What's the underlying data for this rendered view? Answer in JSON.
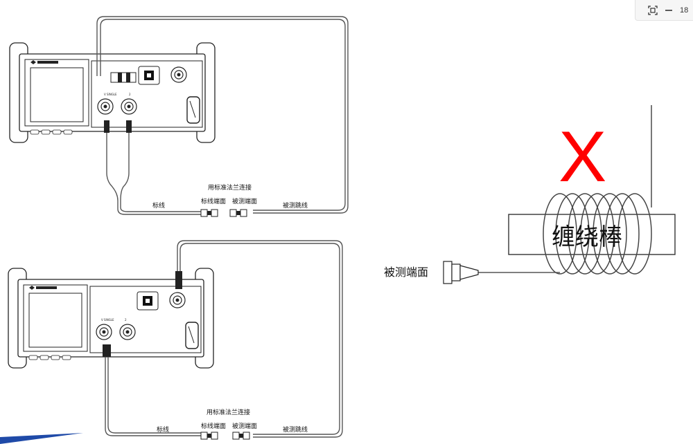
{
  "toolbar": {
    "zoom_value": "18",
    "icons": [
      "fit-screen-icon",
      "zoom-out-icon"
    ]
  },
  "top_setup": {
    "flange_label": "用标准法兰连接",
    "ref_cable": "标线",
    "ref_face": "标线端面",
    "dut_face": "被测端面",
    "dut_cable": "被测跳线",
    "port_v_single": "V SINGLE",
    "port_2": "2"
  },
  "bottom_setup": {
    "flange_label": "用标准法兰连接",
    "ref_cable": "标线",
    "ref_face": "标线端面",
    "dut_face": "被测端面",
    "dut_cable": "被测跳线",
    "port_v_single": "V SINGLE",
    "port_2": "2"
  },
  "right_panel": {
    "mark": "X",
    "rod_label": "缠绕棒",
    "dut_face": "被测端面"
  },
  "colors": {
    "line": "#555555",
    "cross": "#ff0000",
    "accent_stripe": "#1f4aa8"
  }
}
